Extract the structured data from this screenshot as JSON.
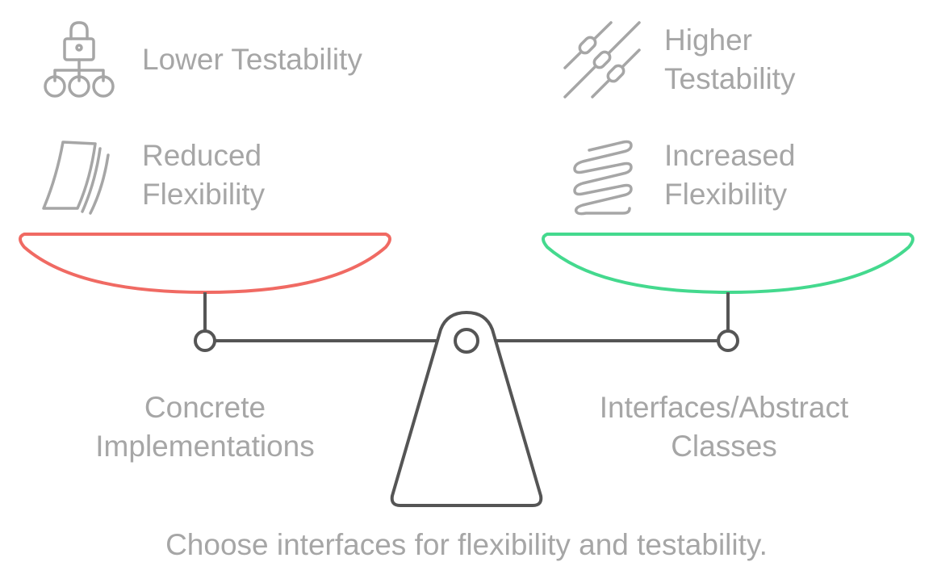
{
  "left_side": {
    "items": [
      {
        "icon": "lock-hierarchy-icon",
        "label": "Lower Testability"
      },
      {
        "icon": "bending-sheets-icon",
        "label": "Reduced\nFlexibility"
      }
    ],
    "caption": "Concrete\nImplementations",
    "pan_color": "#f06a63"
  },
  "right_side": {
    "items": [
      {
        "icon": "resistors-icon",
        "label": "Higher\nTestability"
      },
      {
        "icon": "coil-spring-icon",
        "label": "Increased\nFlexibility"
      }
    ],
    "caption": "Interfaces/Abstract\nClasses",
    "pan_color": "#44d98e"
  },
  "footer": "Choose interfaces for flexibility and testability.",
  "colors": {
    "text": "#a6a6a6",
    "icon": "#a6a6a6",
    "structure": "#555555"
  }
}
